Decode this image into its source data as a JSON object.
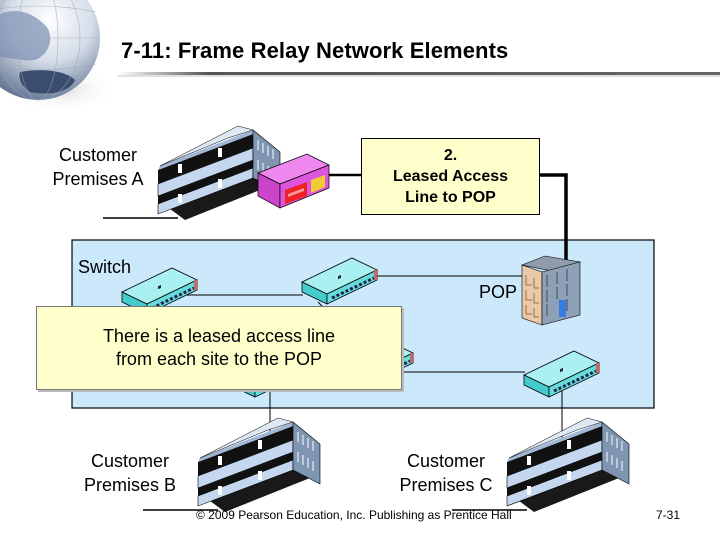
{
  "slide": {
    "title": "7-11: Frame Relay Network Elements",
    "footer": {
      "copyright": "© 2009 Pearson Education, Inc.  Publishing as Prentice Hall",
      "page_number": "7-31"
    }
  },
  "diagram": {
    "sites": [
      {
        "id": "A",
        "label_line1": "Customer",
        "label_line2": "Premises A"
      },
      {
        "id": "B",
        "label_line1": "Customer",
        "label_line2": "Premises B"
      },
      {
        "id": "C",
        "label_line1": "Customer",
        "label_line2": "Premises C"
      }
    ],
    "network": {
      "switch_label": "Switch",
      "pop_label": "POP",
      "switch_count": 5
    },
    "callouts": {
      "leased_line": {
        "line1": "2.",
        "line2": "Leased Access",
        "line3": "Line to POP"
      },
      "note": {
        "line1": "There is a leased access line",
        "line2": "from each site to the POP"
      }
    },
    "colors": {
      "cloud_fill": "#cce8fb",
      "callout_fill": "#ffffcc",
      "switch_fill": "#66e0e0",
      "building_fill": "#b7cde6",
      "csu_dsu_fill": "#dd55dd",
      "pop_front": "#e8c8a8",
      "pop_side": "#8899aa"
    }
  }
}
